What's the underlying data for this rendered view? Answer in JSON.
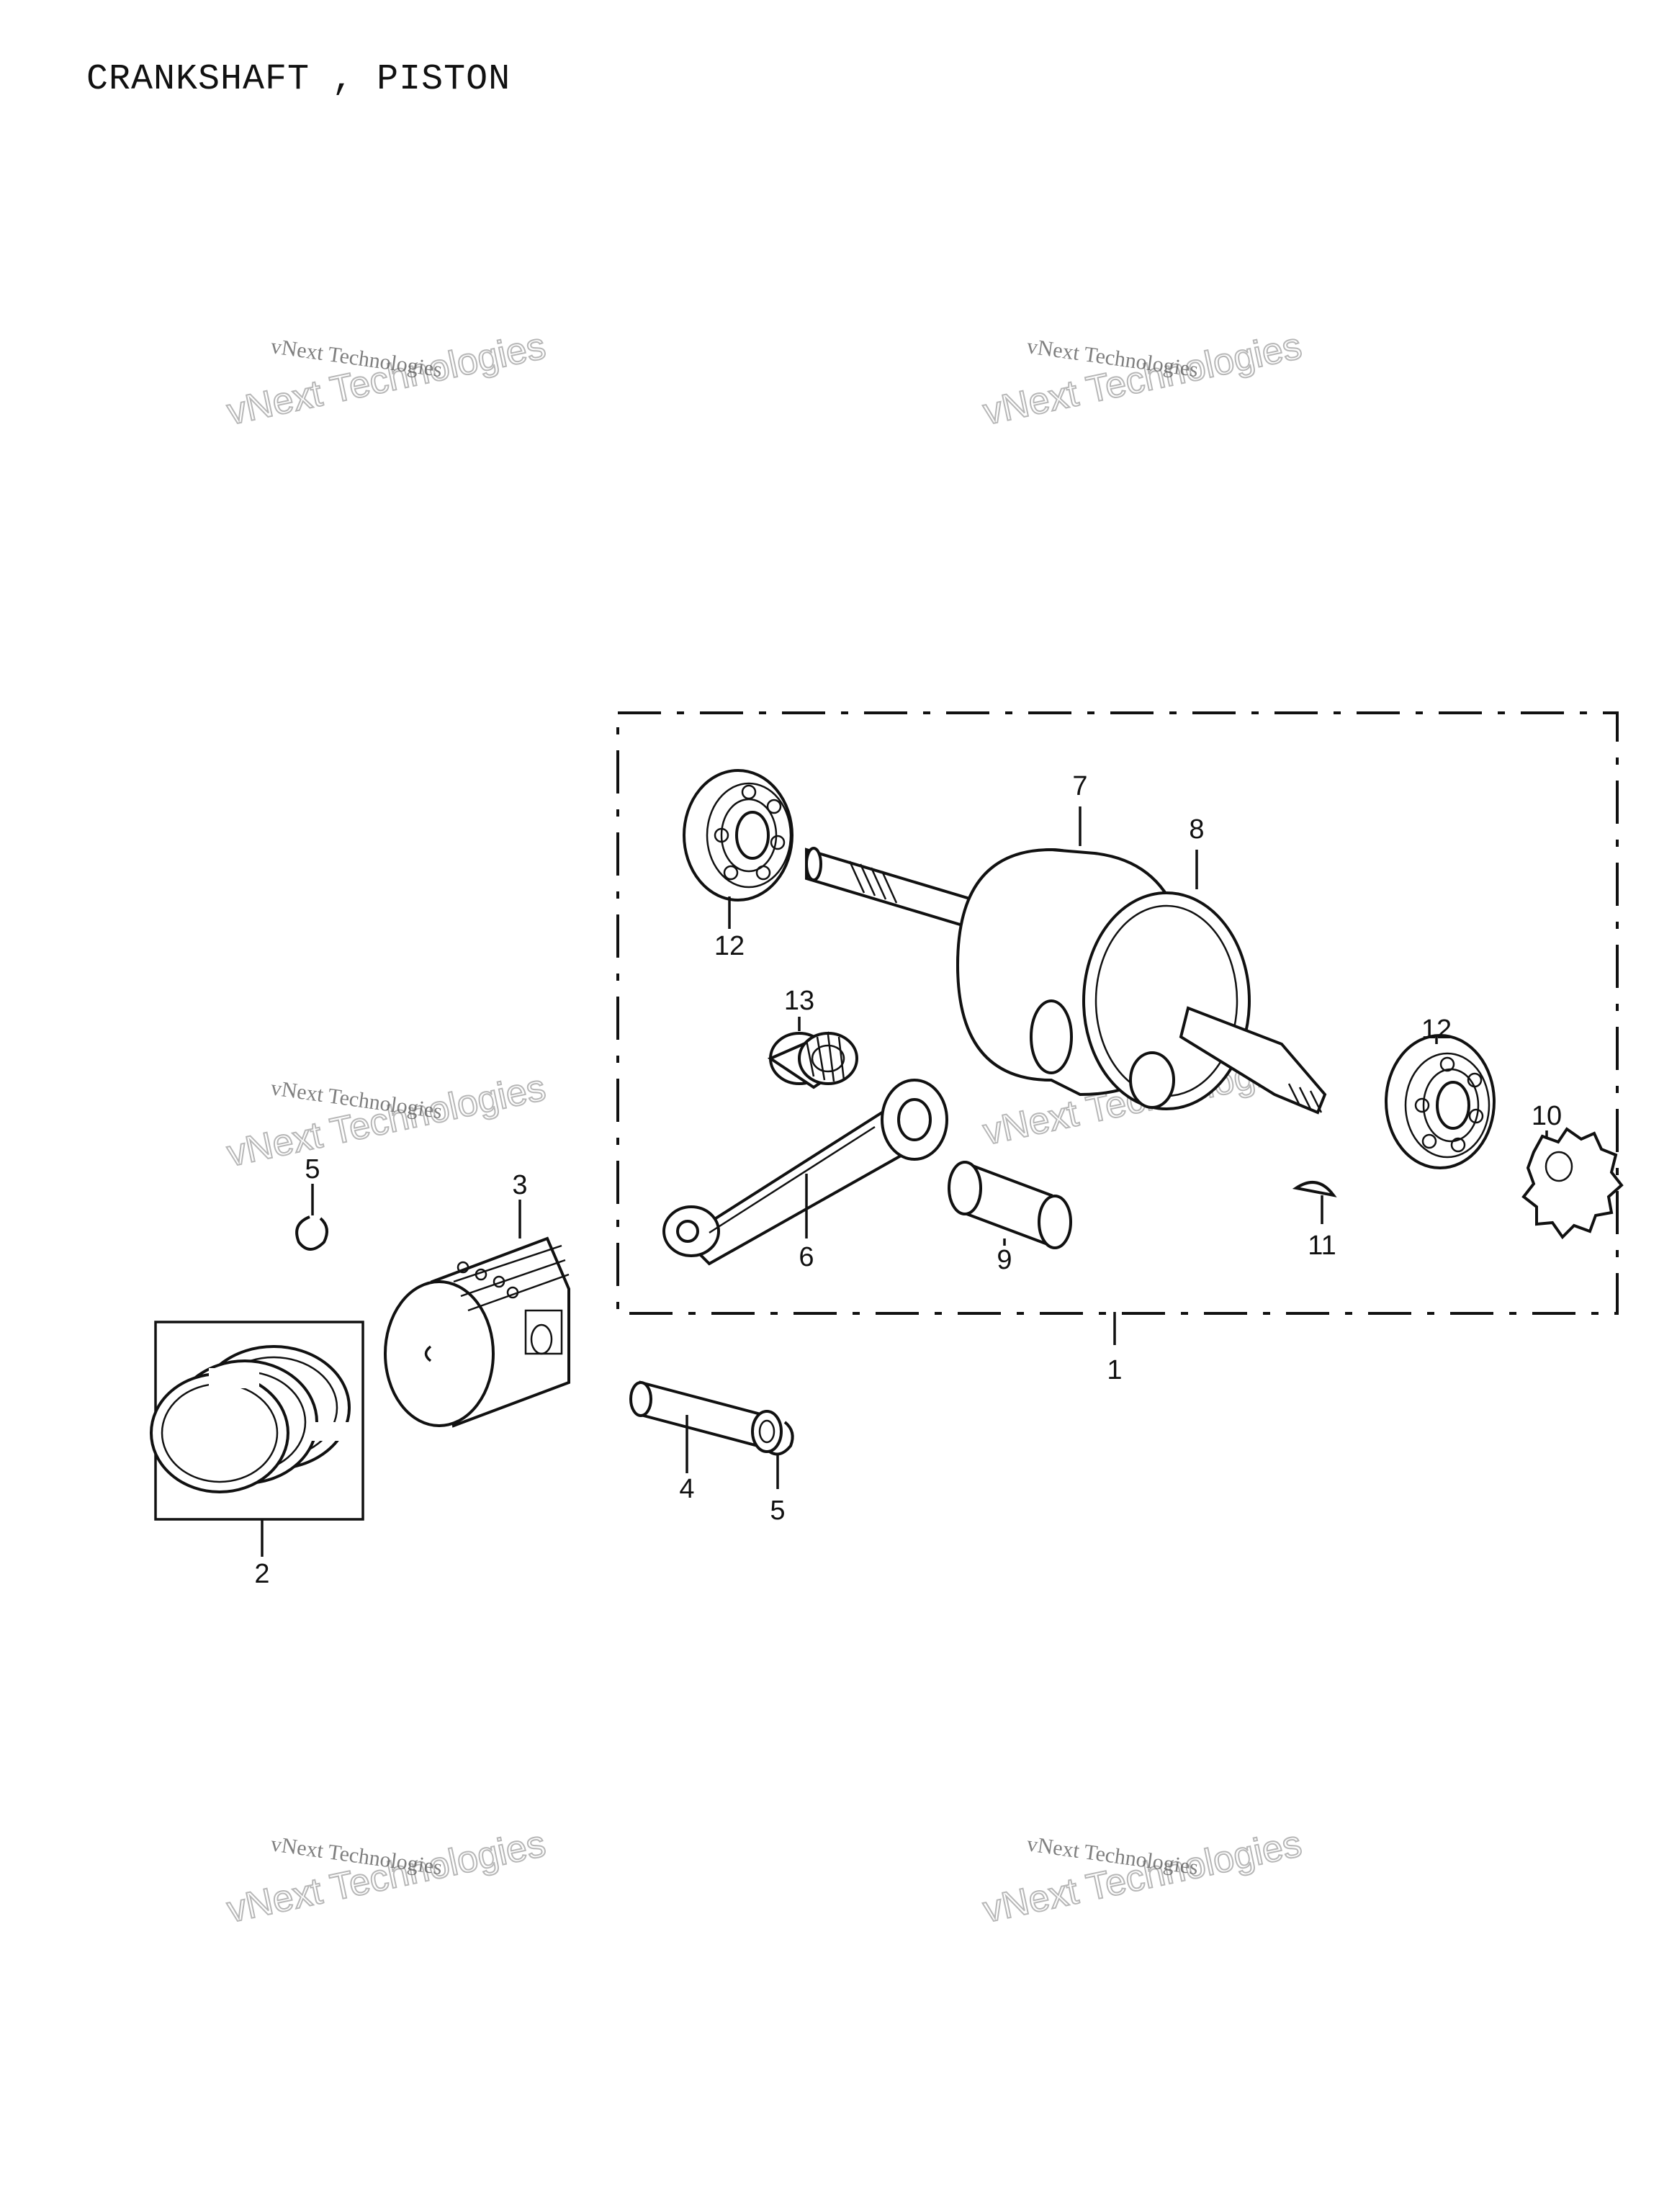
{
  "title": "CRANKSHAFT , PISTON",
  "watermark": {
    "line1": "vNext Technologies",
    "line2": "vNext Technologies"
  },
  "callouts": [
    "1",
    "2",
    "3",
    "4",
    "5",
    "5",
    "6",
    "7",
    "8",
    "9",
    "10",
    "11",
    "12",
    "12",
    "13"
  ]
}
